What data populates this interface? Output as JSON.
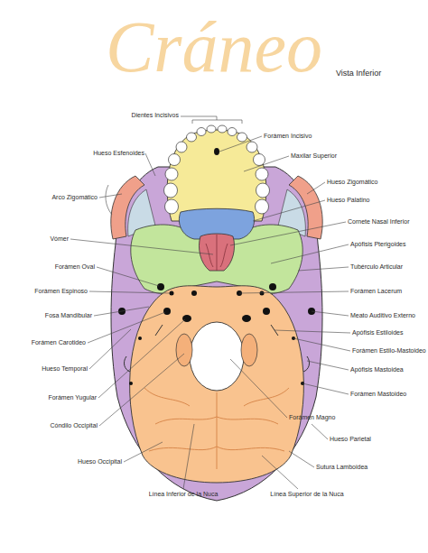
{
  "diagram": {
    "title": "Cráneo",
    "labels": [
      "Vista Inferior",
      "Dientes Incisivos",
      "Forámen Incisivo",
      "Hueso Esfenoides",
      "Maxilar Superior",
      "Hueso Zigomático",
      "Arco Zigomático",
      "Hueso Palatino",
      "Cornete Nasal Inferior",
      "Vómer",
      "Apófisis Pterigoides",
      "Forámen Oval",
      "Tubérculo Articular",
      "Forámen Espinoso",
      "Forámen Lacerum",
      "Fosa Mandibular",
      "Meato Auditivo Externo",
      "Apófisis Estiloides",
      "Forámen Carotideo",
      "Forámen Estilo-Mastoideo",
      "Hueso Temporal",
      "Apófisis Mastoidea",
      "Forámen Yugular",
      "Forámen Mastoideo",
      "Forámen Magno",
      "Cóndilo Occipital",
      "Hueso Parietal",
      "Hueso Occipital",
      "Sutura Lamboidea",
      "Línea Inferior de la Nuca",
      "Línea Superior de la Nuca"
    ]
  }
}
